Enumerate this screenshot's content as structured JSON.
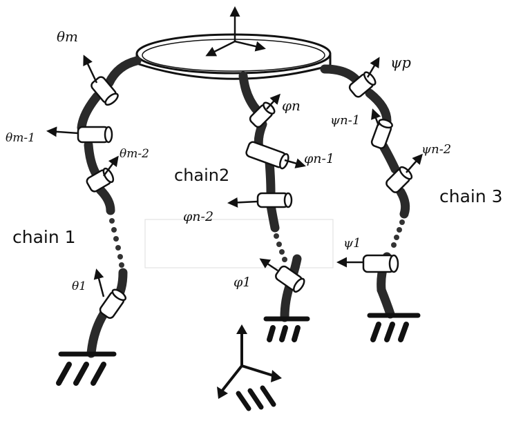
{
  "labels": {
    "theta_m": "θm",
    "theta_m1": "θm-1",
    "theta_m2": "θm-2",
    "theta_1": "θ1",
    "phi_n": "φn",
    "phi_n1": "φn-1",
    "phi_n2": "φn-2",
    "phi_1": "φ1",
    "psi_p": "ψp",
    "psi_n1": "ψn-1",
    "psi_n2": "ψn-2",
    "psi_1": "ψ1",
    "chain1": "chain 1",
    "chain2": "chain2",
    "chain3": "chain 3"
  },
  "colors": {
    "ink": "#111111",
    "link": "#2a2a2a",
    "paper": "#ffffff"
  }
}
